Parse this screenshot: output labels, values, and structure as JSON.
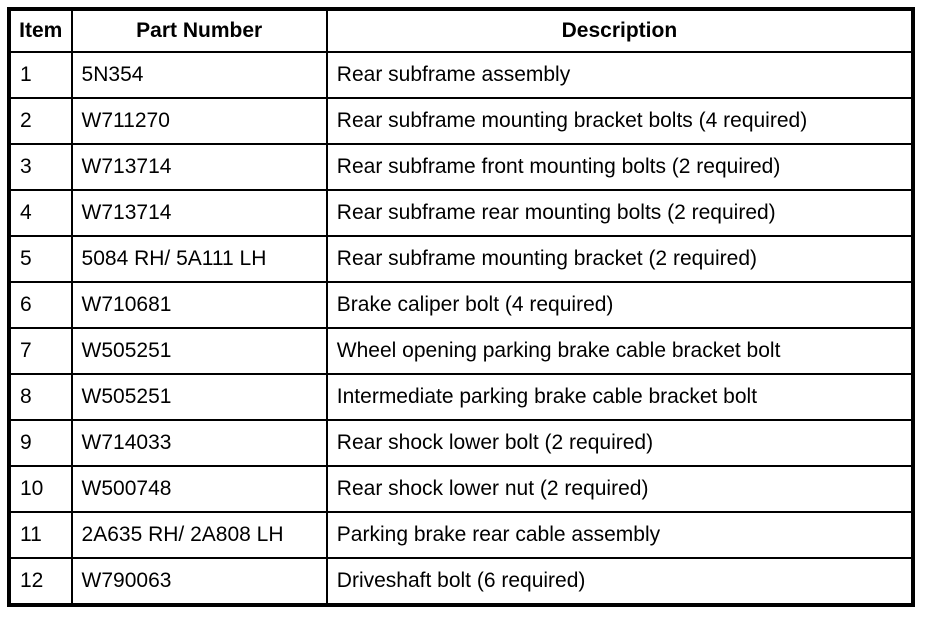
{
  "colors": {
    "border": "#000000",
    "background": "#ffffff",
    "text": "#000000"
  },
  "table": {
    "headers": {
      "item": "Item",
      "part_number": "Part Number",
      "description": "Description"
    },
    "rows": [
      {
        "item": "1",
        "part_number": "5N354",
        "description": "Rear subframe assembly"
      },
      {
        "item": "2",
        "part_number": "W711270",
        "description": "Rear subframe mounting bracket bolts (4 required)"
      },
      {
        "item": "3",
        "part_number": "W713714",
        "description": "Rear subframe front mounting bolts (2 required)"
      },
      {
        "item": "4",
        "part_number": "W713714",
        "description": "Rear subframe rear mounting bolts (2 required)"
      },
      {
        "item": "5",
        "part_number": "5084 RH/ 5A111 LH",
        "description": "Rear subframe mounting bracket (2 required)"
      },
      {
        "item": "6",
        "part_number": "W710681",
        "description": "Brake caliper bolt (4 required)"
      },
      {
        "item": "7",
        "part_number": "W505251",
        "description": "Wheel opening parking brake cable bracket bolt"
      },
      {
        "item": "8",
        "part_number": "W505251",
        "description": "Intermediate parking brake cable bracket bolt"
      },
      {
        "item": "9",
        "part_number": "W714033",
        "description": "Rear shock lower bolt (2 required)"
      },
      {
        "item": "10",
        "part_number": "W500748",
        "description": "Rear shock lower nut (2 required)"
      },
      {
        "item": "11",
        "part_number": "2A635 RH/ 2A808 LH",
        "description": "Parking brake rear cable assembly"
      },
      {
        "item": "12",
        "part_number": "W790063",
        "description": "Driveshaft bolt (6 required)"
      }
    ]
  }
}
